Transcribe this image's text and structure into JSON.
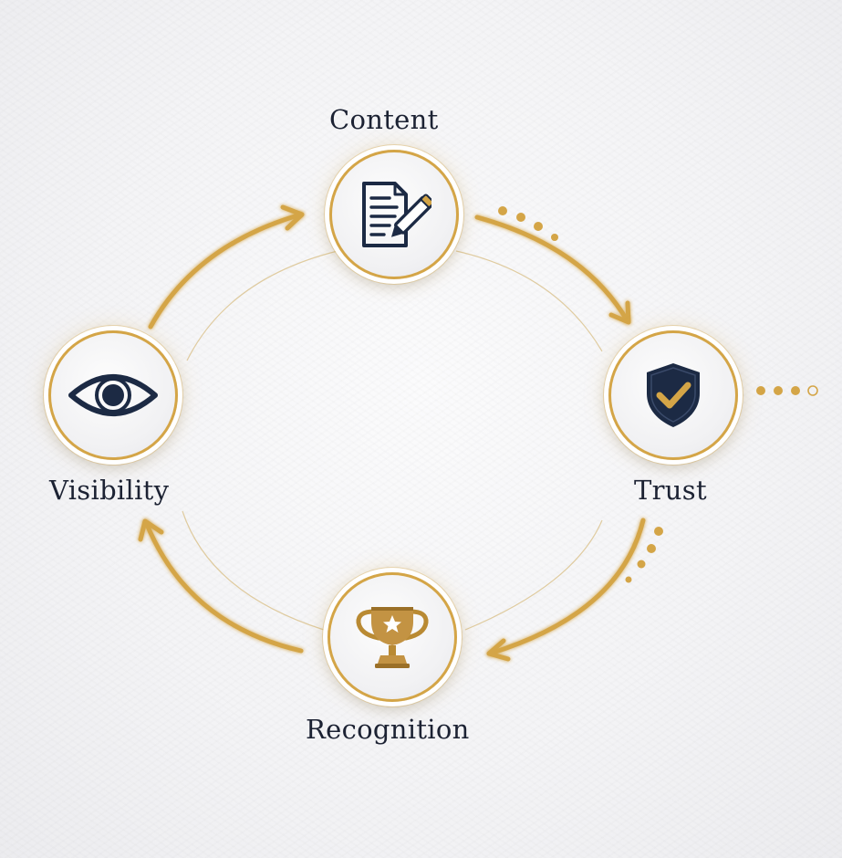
{
  "nodes": {
    "content": {
      "label": "Content",
      "icon": "document-pen-icon"
    },
    "trust": {
      "label": "Trust",
      "icon": "shield-check-icon"
    },
    "recognition": {
      "label": "Recognition",
      "icon": "trophy-icon"
    },
    "visibility": {
      "label": "Visibility",
      "icon": "eye-icon"
    }
  },
  "cycle_order": [
    "Content",
    "Trust",
    "Recognition",
    "Visibility"
  ],
  "colors": {
    "gold": "#d4a547",
    "navy": "#1c2a44",
    "text": "#1c2233",
    "background": "#f4f4f6"
  }
}
